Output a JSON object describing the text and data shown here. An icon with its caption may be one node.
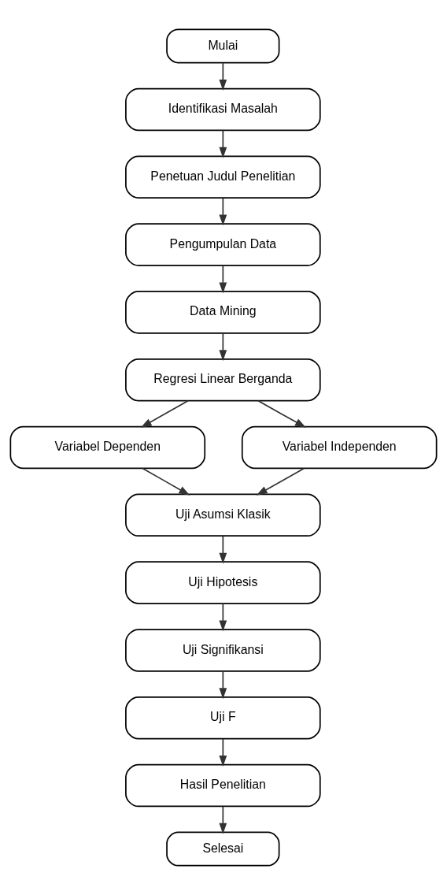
{
  "diagram": {
    "nodes": [
      {
        "text": [
          "Mulai"
        ]
      },
      {
        "text": [
          "Identifikasi Masalah"
        ]
      },
      {
        "text": [
          "Penetuan Judul Penelitian"
        ]
      },
      {
        "text": [
          "Pengumpulan Data"
        ]
      },
      {
        "text": [
          "Data Mining"
        ]
      },
      {
        "text": [
          "Regresi Linear Berganda"
        ]
      },
      {
        "text": [
          "Variabel Dependen"
        ]
      },
      {
        "text": [
          "Variabel Independen"
        ]
      },
      {
        "text": [
          "Uji Asumsi Klasik"
        ]
      },
      {
        "text": [
          "Uji Hipotesis"
        ]
      },
      {
        "text": [
          "Uji Signifikansi"
        ]
      },
      {
        "text": [
          "Uji F"
        ]
      },
      {
        "text": [
          "Hasil Penelitian"
        ]
      },
      {
        "text": [
          "Selesai"
        ]
      }
    ],
    "edges": [
      {
        "from": 0,
        "to": 1,
        "arrow": "to"
      },
      {
        "from": 1,
        "to": 2,
        "arrow": "to"
      },
      {
        "from": 2,
        "to": 3,
        "arrow": "to"
      },
      {
        "from": 3,
        "to": 4,
        "arrow": "to"
      },
      {
        "from": 4,
        "to": 5,
        "arrow": "to"
      },
      {
        "from": 5,
        "to": 6,
        "arrow": "to"
      },
      {
        "from": 5,
        "to": 7,
        "arrow": "to"
      },
      {
        "from": 6,
        "to": 8,
        "arrow": "to"
      },
      {
        "from": 7,
        "to": 8,
        "arrow": "to"
      },
      {
        "from": 8,
        "to": 9,
        "arrow": "to"
      },
      {
        "from": 9,
        "to": 10,
        "arrow": "to"
      },
      {
        "from": 10,
        "to": 11,
        "arrow": "to"
      },
      {
        "from": 11,
        "to": 12,
        "arrow": "to"
      },
      {
        "from": 12,
        "to": 13,
        "arrow": "to"
      }
    ]
  }
}
